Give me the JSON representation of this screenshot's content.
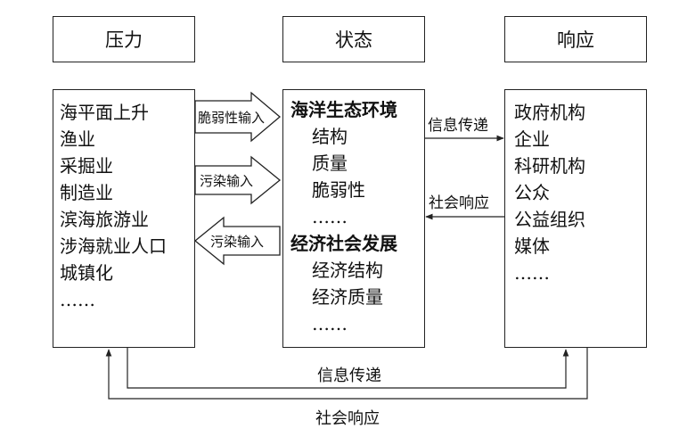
{
  "headers": {
    "pressure": "压力",
    "state": "状态",
    "response": "响应"
  },
  "pressure_items": [
    "海平面上升",
    "渔业",
    "采掘业",
    "制造业",
    "滨海旅游业",
    "涉海就业人口",
    "城镇化",
    "……"
  ],
  "state": {
    "group1_title": "海洋生态环境",
    "group1_items": [
      "结构",
      "质量",
      "脆弱性",
      "……"
    ],
    "group2_title": "经济社会发展",
    "group2_items": [
      "经济结构",
      "经济质量",
      "……"
    ]
  },
  "response_items": [
    "政府机构",
    "企业",
    "科研机构",
    "公众",
    "公益组织",
    "媒体",
    "……"
  ],
  "arrows": {
    "fragility_input": "脆弱性输入",
    "pollution_input_right": "污染输入",
    "pollution_input_left": "污染输入",
    "info_transfer": "信息传递",
    "social_response": "社会响应",
    "bottom_info_transfer": "信息传递",
    "bottom_social_response": "社会响应"
  }
}
